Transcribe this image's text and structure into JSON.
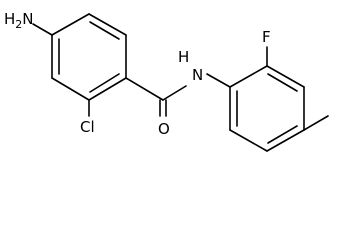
{
  "molecule": {
    "atoms": {
      "amino": "H2N",
      "chloro": "Cl",
      "oxygen": "O",
      "amide_nh": "N",
      "amide_h": "H",
      "fluoro": "F"
    },
    "colors": {
      "bond": "#000000",
      "label": "#000000",
      "background": "#ffffff"
    }
  }
}
